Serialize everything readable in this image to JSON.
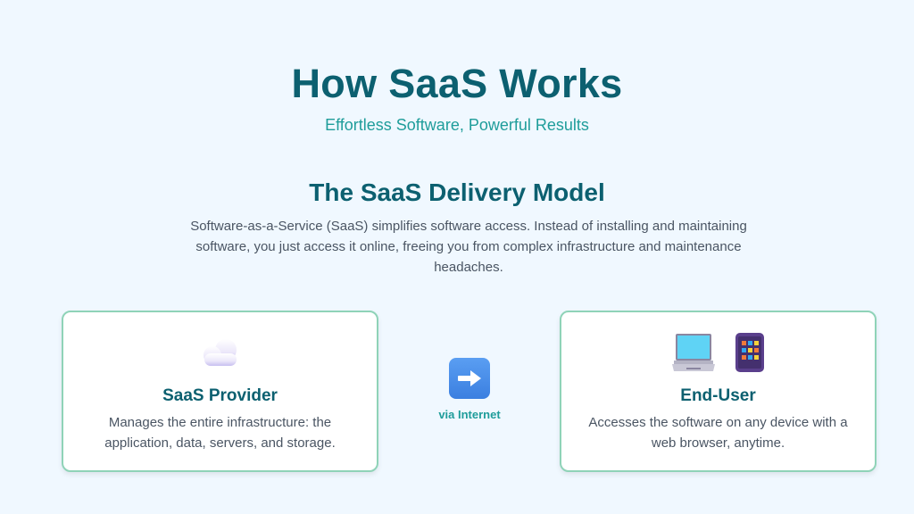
{
  "hero": {
    "title": "How SaaS Works",
    "subtitle": "Effortless Software, Powerful Results"
  },
  "section": {
    "title": "The SaaS Delivery Model",
    "body": "Software-as-a-Service (SaaS) simplifies software access. Instead of installing and maintaining software, you just access it online, freeing you from complex infrastructure and maintenance headaches."
  },
  "cards": [
    {
      "icons": [
        "cloud-icon"
      ],
      "title": "SaaS Provider",
      "description": "Manages the entire infrastructure: the application, data, servers, and storage."
    },
    {
      "icons": [
        "laptop-icon",
        "tablet-icon"
      ],
      "title": "End-User",
      "description": "Accesses the software on any device with a web browser, anytime."
    }
  ],
  "connector": {
    "icon": "right-arrow-icon",
    "label": "via Internet"
  },
  "colors": {
    "background": "#f0f8ff",
    "heading": "#0c6070",
    "accent_teal": "#1f9d9a",
    "card_border": "#8fd3b8",
    "body_text": "#4a5563",
    "arrow_blue": "#4a8ee8"
  }
}
